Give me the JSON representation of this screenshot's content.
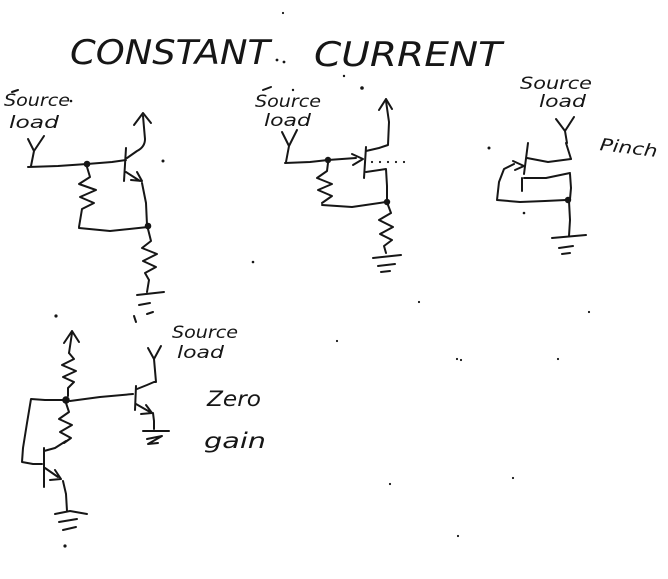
{
  "background_color": "#ffffff",
  "ink_color": "#161616",
  "title": {
    "word1": "CONSTANT",
    "word2": "CURRENT"
  },
  "circuits": {
    "top_left": {
      "terminal_line1": "Source",
      "terminal_line2": "load"
    },
    "top_middle": {
      "terminal_line1": "Source",
      "terminal_line2": "load"
    },
    "top_right": {
      "terminal_line1": "Source",
      "terminal_line2": "load",
      "annotation": "Pinch"
    },
    "bottom_left": {
      "terminal_line1": "Source",
      "terminal_line2": "load",
      "annotation_line1": "Zero",
      "annotation_line2": "gain"
    }
  }
}
